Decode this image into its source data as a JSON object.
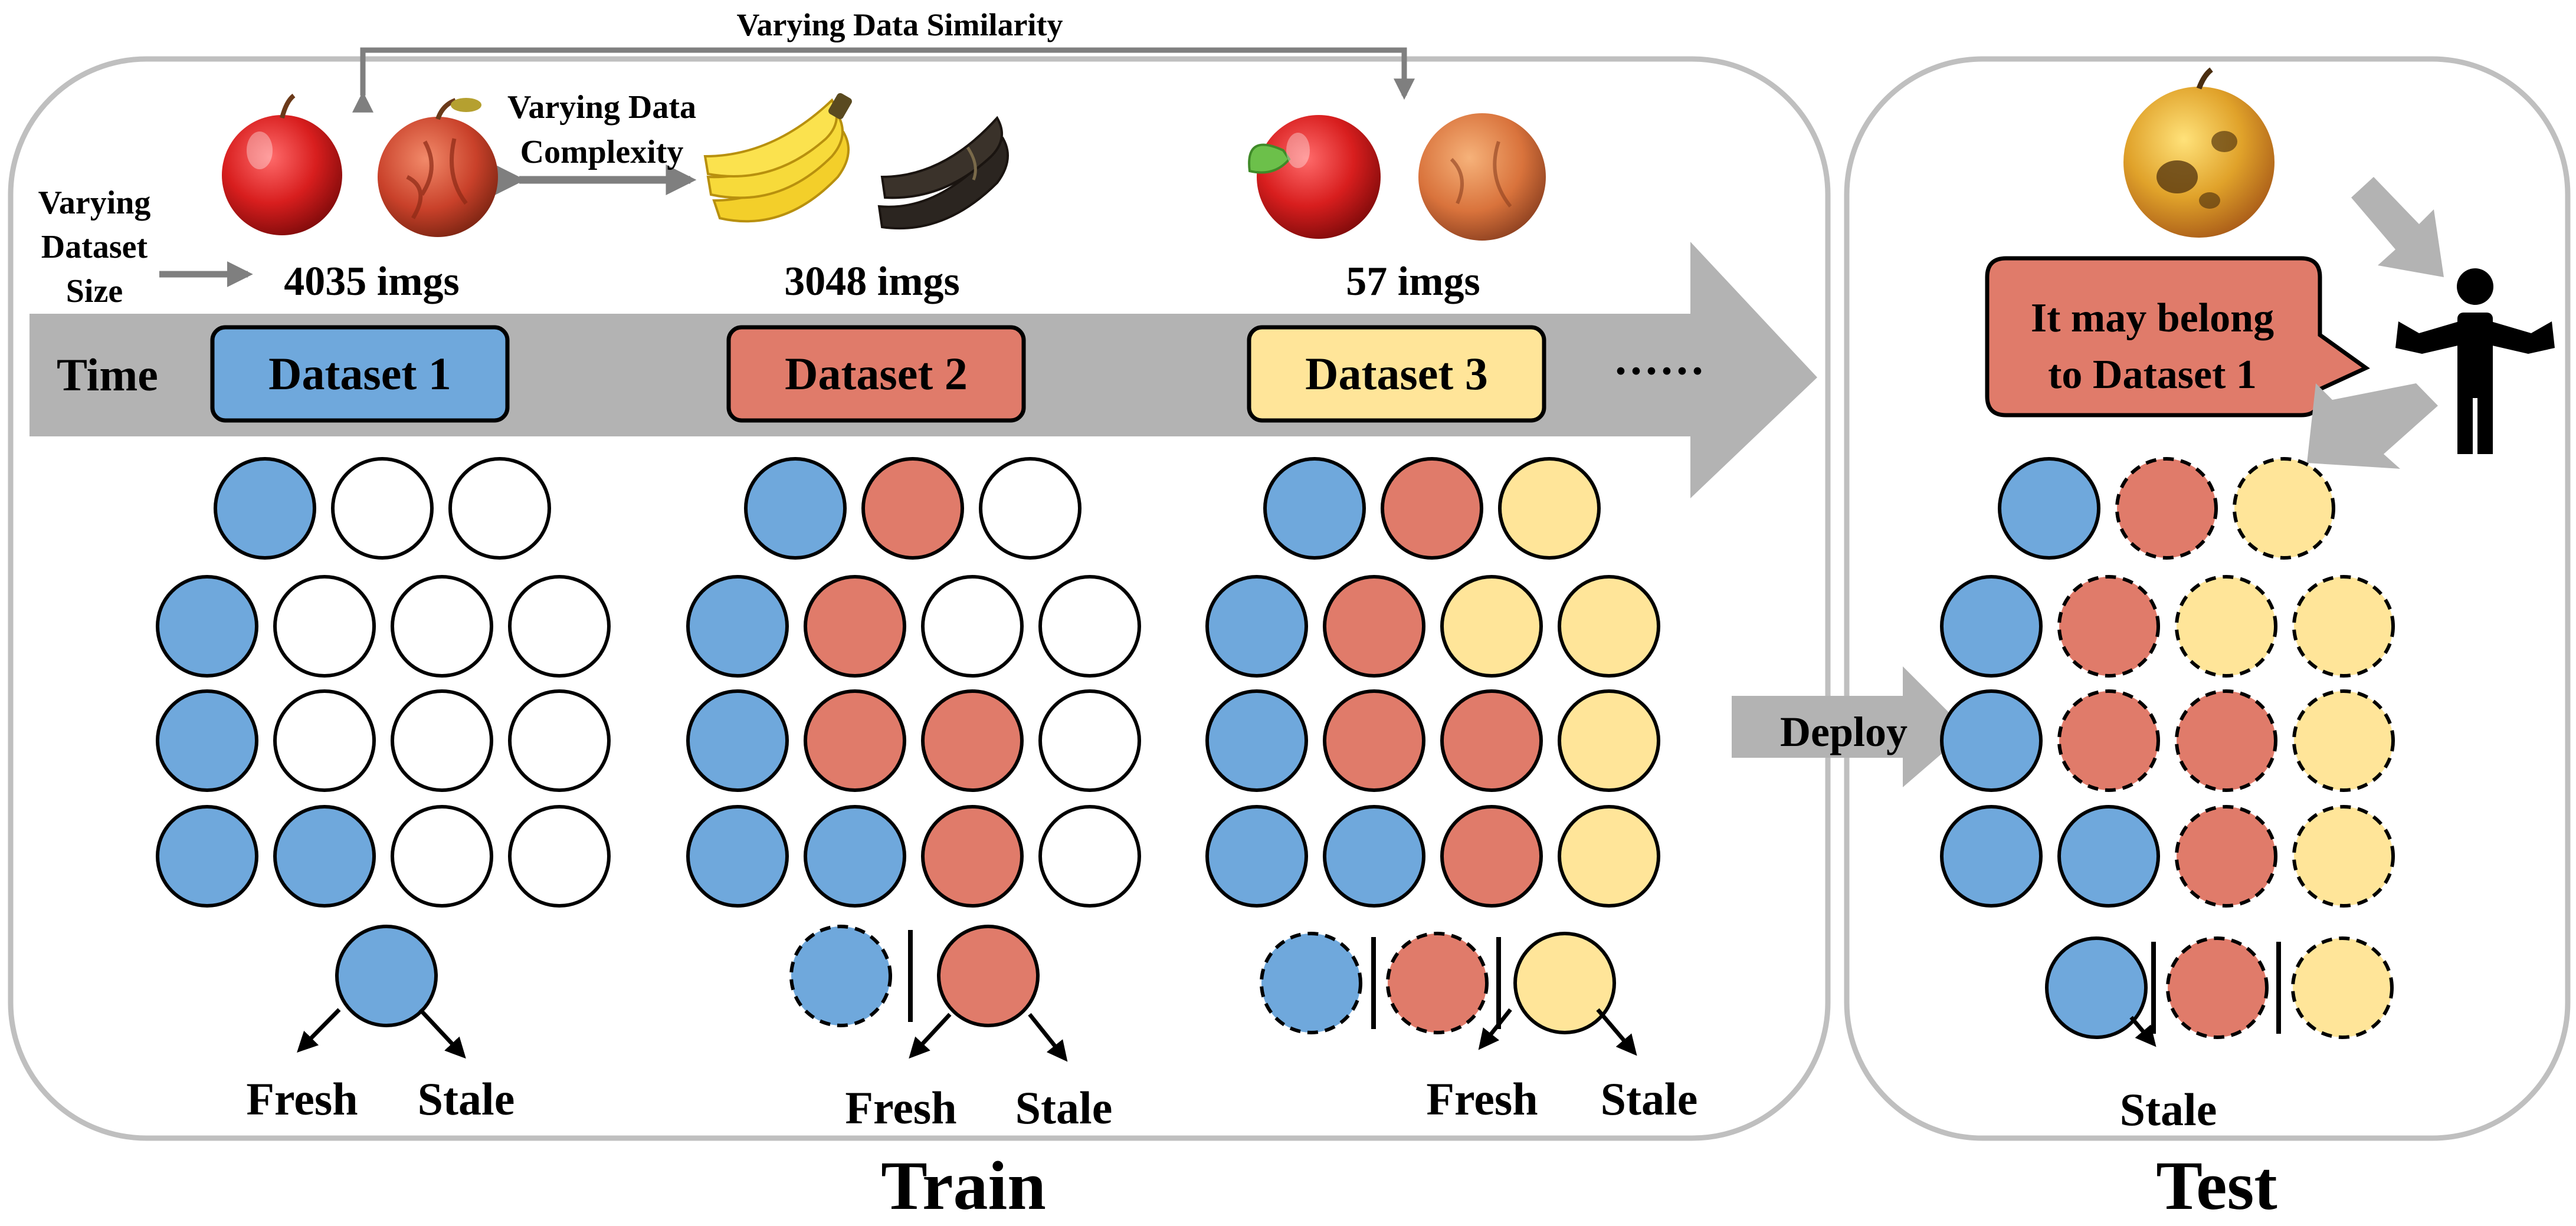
{
  "labels": {
    "top_arrow": "Varying Data Similarity",
    "complexity_line1": "Varying Data",
    "complexity_line2": "Complexity",
    "size_line1": "Varying",
    "size_line2": "Dataset",
    "size_line3": "Size",
    "time": "Time",
    "ellipsis": "······",
    "deploy": "Deploy",
    "speech_line1": "It may belong",
    "speech_line2": "to Dataset 1",
    "train": "Train",
    "test": "Test"
  },
  "datasets": [
    {
      "label": "Dataset 1",
      "count": "4035 imgs",
      "color": "#6fa8dc"
    },
    {
      "label": "Dataset 2",
      "count": "3048 imgs",
      "color": "#e07b6a"
    },
    {
      "label": "Dataset 3",
      "count": "57 imgs",
      "color": "#ffe599"
    }
  ],
  "outcomes": {
    "train1": {
      "left": "Fresh",
      "right": "Stale"
    },
    "train2": {
      "left": "Fresh",
      "right": "Stale"
    },
    "train3": {
      "left": "Fresh",
      "right": "Stale"
    },
    "test": "Stale"
  },
  "colors": {
    "blue": "#6fa8dc",
    "red": "#e07b6a",
    "yellow": "#ffe599",
    "white": "#ffffff",
    "gray_arrow": "#b3b3b3",
    "panel_border": "#bfbfbf"
  },
  "icons": [
    "fresh-apple-image",
    "rotten-apple-image",
    "fresh-banana-image",
    "rotten-banana-image",
    "fresh-green-leaf-apple-image",
    "rotten-orange-apple-image",
    "test-spotted-apple-image",
    "person-shrug-icon"
  ]
}
